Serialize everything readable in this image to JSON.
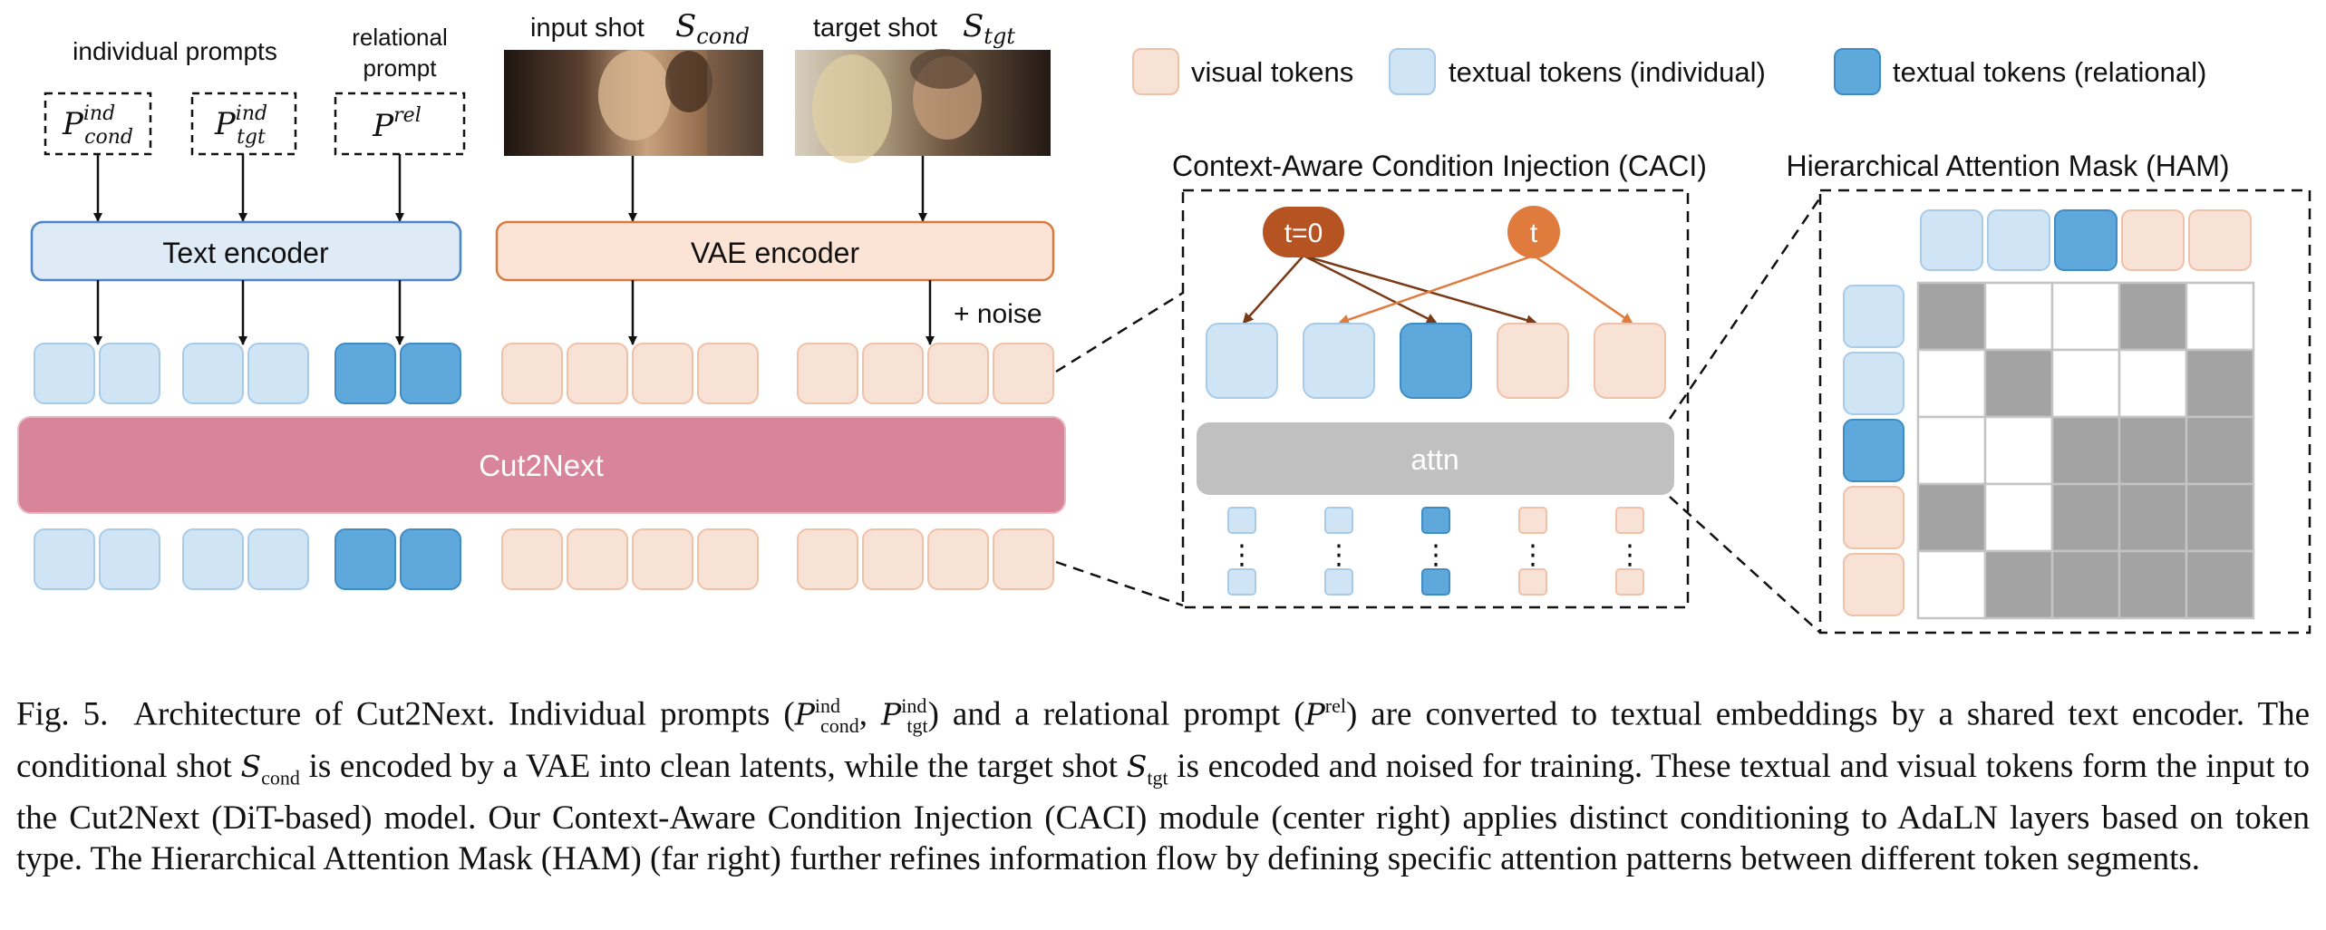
{
  "prompts": {
    "header": "individual prompts",
    "relational_header_line1": "relational",
    "relational_header_line2": "prompt",
    "cond": {
      "base": "P",
      "sup": "ind",
      "sub": "cond"
    },
    "tgt": {
      "base": "P",
      "sup": "ind",
      "sub": "tgt"
    },
    "rel": {
      "base": "P",
      "sup": "rel"
    }
  },
  "shots": {
    "input_label": "input shot",
    "input_symbol": {
      "base": "S",
      "sub": "cond"
    },
    "target_label": "target shot",
    "target_symbol": {
      "base": "S",
      "sub": "tgt"
    }
  },
  "encoders": {
    "text": "Text encoder",
    "vae": "VAE encoder",
    "noise": "+ noise"
  },
  "model_label": "Cut2Next",
  "legend": {
    "visual": "visual tokens",
    "textual_individual": "textual tokens (individual)",
    "textual_relational": "textual tokens (relational)"
  },
  "caci": {
    "title": "Context-Aware Condition Injection (CACI)",
    "t0_label": "t=0",
    "t_label": "t",
    "attn_label": "attn",
    "ellipsis": "⋮"
  },
  "ham": {
    "title": "Hierarchical Attention Mask (HAM)",
    "mask": [
      [
        1,
        0,
        0,
        1,
        0
      ],
      [
        0,
        1,
        0,
        0,
        1
      ],
      [
        0,
        0,
        1,
        1,
        1
      ],
      [
        1,
        0,
        1,
        1,
        1
      ],
      [
        0,
        1,
        1,
        1,
        1
      ]
    ]
  },
  "colors": {
    "visual_fill": "#f8e1d5",
    "visual_stroke": "#efc1a8",
    "text_ind_fill": "#cfe4f5",
    "text_ind_stroke": "#a9cbe8",
    "text_rel_fill": "#5fa8dc",
    "text_rel_stroke": "#3f8cc4",
    "model_fill": "#d8849a",
    "t0_fill": "#b65322",
    "t_fill": "#e07b3e",
    "attn_fill": "#c0c0c0",
    "mask_dark": "#a3a3a3"
  },
  "caption": {
    "fig_label": "Fig. 5.",
    "p1": "Architecture of Cut2Next. Individual prompts (",
    "p2": ") and a relational prompt (",
    "p3": ") are converted to textual embeddings by a shared text encoder. The conditional shot ",
    "p4": " is encoded by a VAE into clean latents, while the target shot ",
    "p5": " is encoded and noised for training. These textual and visual tokens form the input to the Cut2Next (DiT-based) model. Our Context-Aware Condition Injection (CACI) module (center right) applies distinct conditioning to AdaLN layers based on token type. The Hierarchical Attention Mask (HAM) (far right) further refines information flow by defining specific attention patterns between different token segments.",
    "sym_P": "P",
    "sym_S": "S",
    "sup_ind": "ind",
    "sup_rel": "rel",
    "sub_cond": "cond",
    "sub_tgt": "tgt",
    "comma": ", "
  }
}
